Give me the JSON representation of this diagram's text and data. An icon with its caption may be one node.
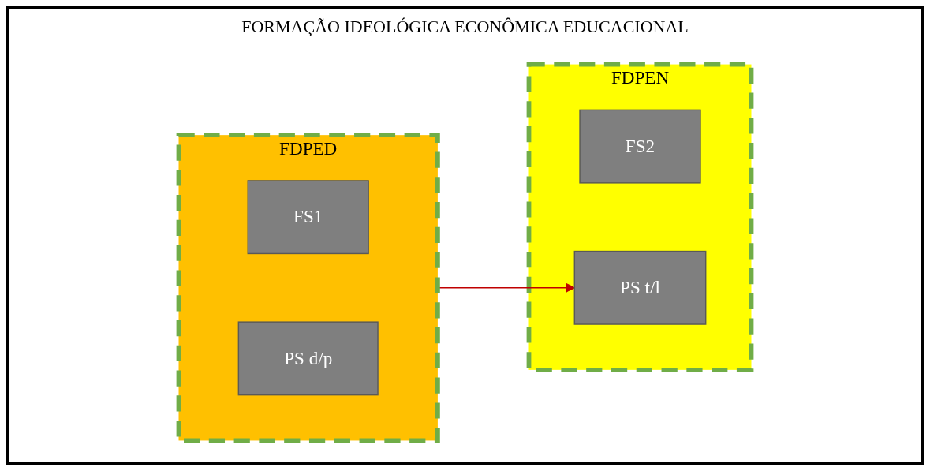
{
  "diagram": {
    "title": "FORMAÇÃO IDEOLÓGICA ECONÔMICA EDUCACIONAL",
    "nodes": [
      {
        "text": [
          "FDPED"
        ]
      },
      {
        "text": [
          "FS1"
        ],
        "in": 0
      },
      {
        "text": [
          "PS d/p"
        ],
        "in": 0
      },
      {
        "text": [
          "FDPEN"
        ]
      },
      {
        "text": [
          "FS2"
        ],
        "in": 3
      },
      {
        "text": [
          "PS t/l"
        ],
        "in": 3
      }
    ],
    "edges": [
      {
        "from": 0,
        "to": 5,
        "arrow": "to",
        "color": "#c00000"
      }
    ]
  }
}
